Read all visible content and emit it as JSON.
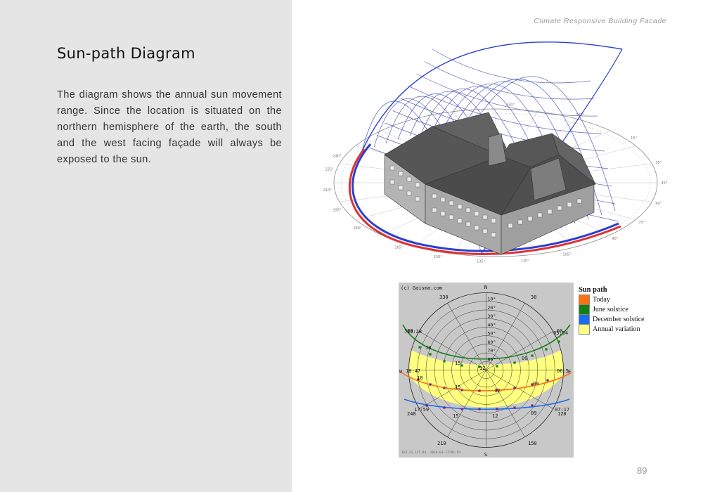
{
  "header": {
    "subtitle": "Climate Responsive Building Facade"
  },
  "page": {
    "title": "Sun-path Diagram",
    "number": "89"
  },
  "body": {
    "paragraph": "The diagram shows the annual sun movement range. Since the location is situated on the northern hemisphere of the earth, the south and the west facing façade will always be exposed to the sun."
  },
  "diagram3d": {
    "azimuth_labels": [
      "240°",
      "225°",
      "210°",
      "195°",
      "180°",
      "165°",
      "150°",
      "135°",
      "120°",
      "105°",
      "90°",
      "75°",
      "60°",
      "45°",
      "30°",
      "15°",
      "345°",
      "330°"
    ],
    "colors": {
      "arc_blue": "#2a3fd0",
      "arc_red": "#e03030",
      "mesh": "#3a44a8",
      "roof": "#565656",
      "wall": "#b4b4b4"
    }
  },
  "sunpath": {
    "copyright": "(c) Gaisma.com",
    "footer": "163.21.125.84, 2016-03-11T05:59",
    "north": "N",
    "south": "S",
    "azimuth_labels": [
      "330",
      "30",
      "300",
      "60",
      "240",
      "120",
      "210",
      "150"
    ],
    "altitude_labels": [
      "10°",
      "20°",
      "30°",
      "40°",
      "50°",
      "60°",
      "70°",
      "80°"
    ],
    "june_labels": [
      "19:28",
      "18",
      "15",
      "12",
      "09",
      "05:54"
    ],
    "today_labels": [
      "18:47",
      "18",
      "15",
      "12",
      "09",
      "06:5"
    ],
    "december_labels": [
      "17:59",
      "15",
      "12",
      "09",
      "07:17"
    ],
    "edge_labels": {
      "west": "W",
      "east": "E"
    },
    "colors": {
      "background": "#c8c8c8",
      "annual": "#ffff80",
      "today": "#ff7010",
      "june": "#128012",
      "december": "#1a6cf0",
      "marker": "#802080"
    }
  },
  "legend": {
    "title": "Sun path",
    "items": [
      {
        "label": "Today",
        "color": "#ff7010"
      },
      {
        "label": "June solstice",
        "color": "#128012"
      },
      {
        "label": "December solstice",
        "color": "#1a6cf0"
      },
      {
        "label": "Annual variation",
        "color": "#ffff80"
      }
    ]
  }
}
